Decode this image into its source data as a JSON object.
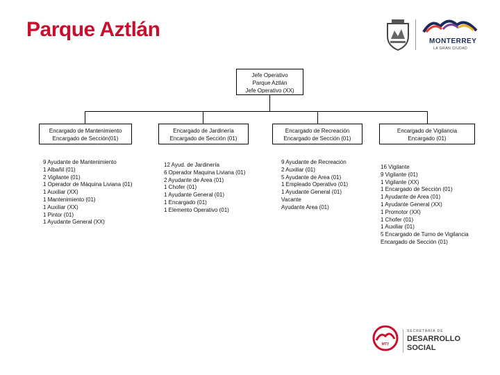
{
  "title": "Parque Aztlán",
  "logos": {
    "monterrey_name": "MONTERREY",
    "monterrey_tagline": "LA GRAN CIUDAD",
    "sds_line1": "SECRETARÍA DE",
    "sds_line2": "DESARROLLO",
    "sds_line3": "SOCIAL",
    "sds_badge": "MTY"
  },
  "colors": {
    "title": "#c8102e",
    "sds_red": "#c8102e",
    "text": "#111111"
  },
  "org": {
    "top": {
      "lines": [
        "Jefe Operativo",
        "Parque Aztlán",
        "Jefe Operativo (XX)"
      ]
    },
    "departments": [
      {
        "header": [
          "Encargado de Mantenimiento",
          "Encargado de Sección(01)"
        ],
        "staff": [
          "9 Ayudante de Mantenimiento",
          "1 Albañil (01)",
          "2 Vigilante (01)",
          "1 Operador de Máquina Liviana (01)",
          "1 Auxiliar (XX)",
          "1 Mantenimiento (01)",
          "1 Auxiliar (XX)",
          "1 Pintor (01)",
          "1 Ayudante General (XX)"
        ]
      },
      {
        "header": [
          "Encargado de Jardinería",
          "Encargado de Sección (01)"
        ],
        "staff": [
          "12 Ayud. de Jardinería",
          "6 Operador Maquina Liviana (01)",
          "2 Ayudante de Area (01)",
          "1 Chofer (01)",
          "1 Ayudante General (01)",
          "1 Encargado (01)",
          "1 Elemento Operativo (01)"
        ]
      },
      {
        "header": [
          "Encargado de Recreación",
          "Encargado de Sección (01)"
        ],
        "staff": [
          "9 Ayudante de Recreación",
          "2 Auxiliar (01)",
          "5 Ayudante de Area (01)",
          "1 Empleado Operativo (01)",
          "1 Ayudante General (01)",
          "Vacante",
          "Ayudante Area (01)"
        ]
      },
      {
        "header": [
          "Encargado de Vigilancia",
          "Encargado (01)"
        ],
        "staff": [
          "16 Vigilante",
          "9 Vigilante (01)",
          "1 Vigilante (XX)",
          "1 Encargado de Sección (01)",
          "1 Ayudante de Area (01)",
          "1 Ayudante General (XX)",
          "1 Promotor (XX)",
          "1 Chofer (01)",
          "1 Auxiliar (01)",
          "5 Encargado de Turno de Vigilancia",
          "Encargado de Sección (01)"
        ]
      }
    ]
  }
}
